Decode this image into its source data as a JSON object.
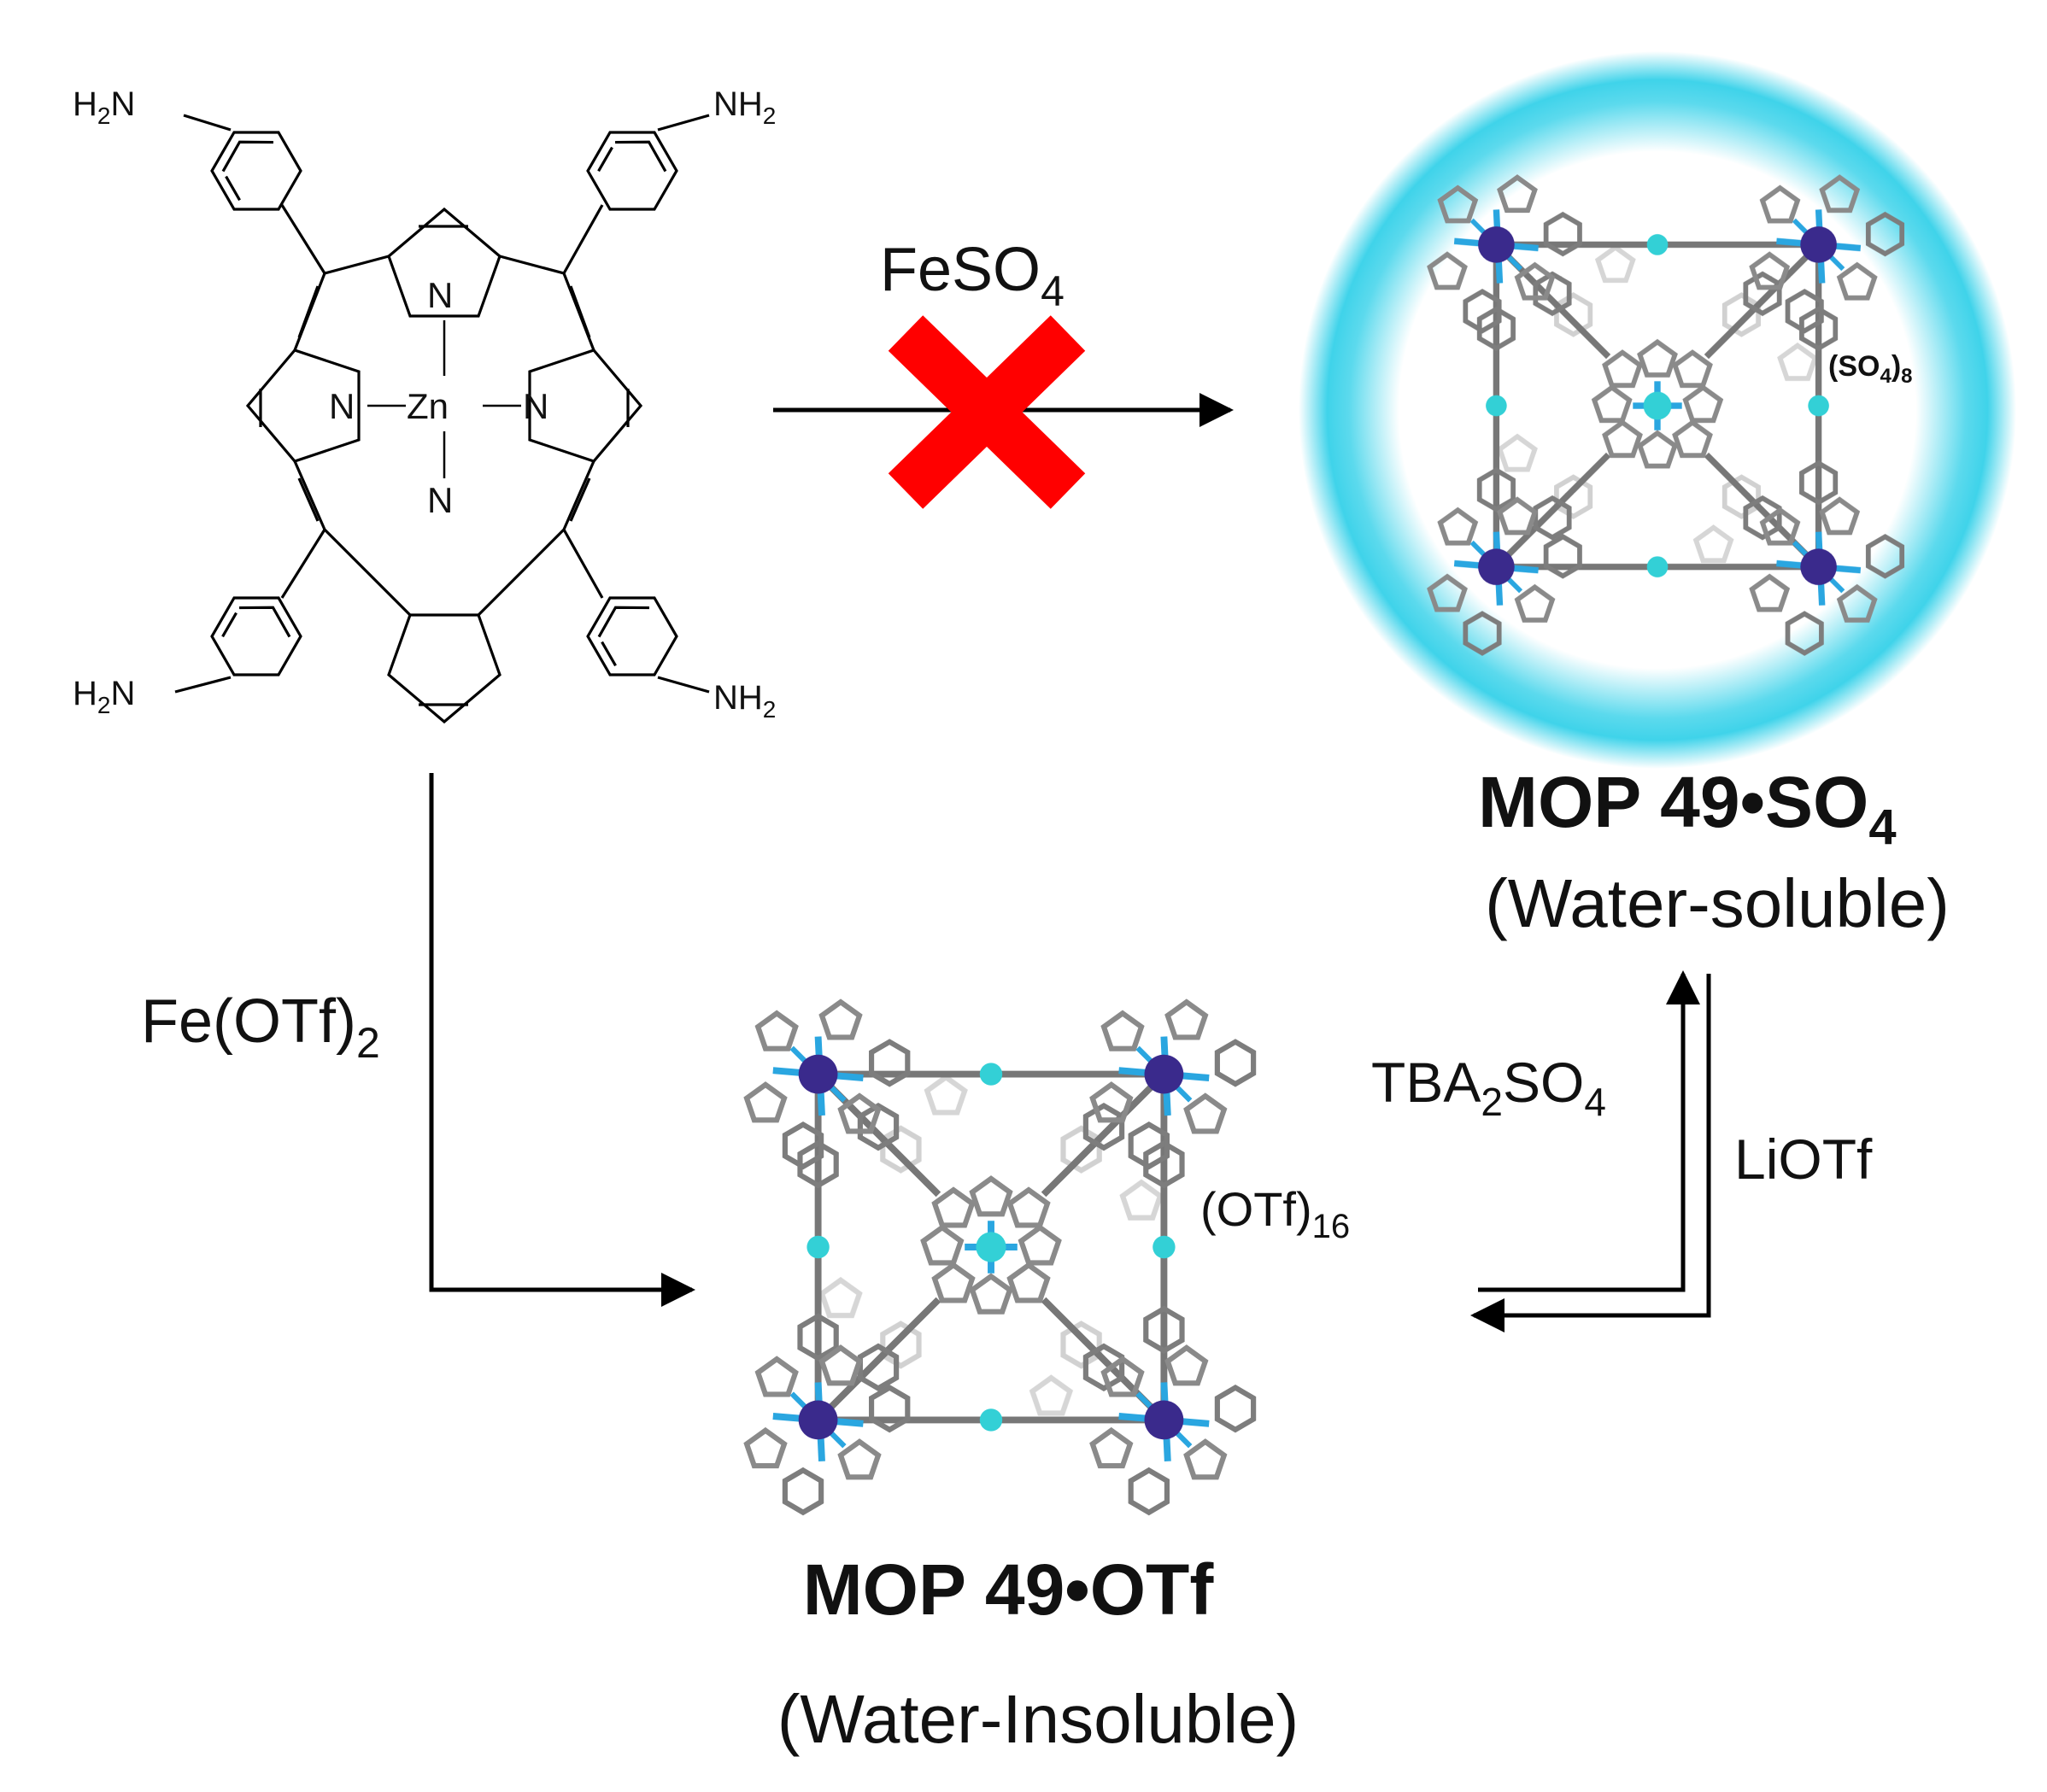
{
  "porphyrin": {
    "amine_label": "H",
    "amine_sub": "2",
    "amine_n": "N",
    "nh_label": "NH",
    "nh_sub": "2",
    "n_label": "N",
    "zn_label": "Zn"
  },
  "reactions": {
    "top": {
      "reagent": "FeSO",
      "reagent_sub": "4",
      "blocked": true,
      "blocked_color": "#ff0000"
    },
    "left": {
      "reagent": "Fe(OTf)",
      "reagent_sub": "2"
    },
    "right_up": {
      "reagent_a": "TBA",
      "reagent_a_sub": "2",
      "reagent_b": "SO",
      "reagent_b_sub": "4"
    },
    "right_down": {
      "reagent": "LiOTf"
    }
  },
  "cage_sulfate": {
    "anion": "(SO",
    "anion_sub_4": "4",
    "anion_close": ")",
    "anion_sub_8": "8",
    "glow_color": "#3fd3ea"
  },
  "cage_triflate": {
    "anion": "(OTf)",
    "anion_sub": "16"
  },
  "products": {
    "sulfate": {
      "name": "MOP 49•SO",
      "name_sub": "4",
      "solubility": "(Water-soluble)"
    },
    "triflate": {
      "name": "MOP 49•OTf",
      "solubility": "(Water-Insoluble)"
    }
  },
  "colors": {
    "fe_atom": "#3a2a8c",
    "n_atom": "#2aa6e0",
    "zn_atom": "#33d0d6",
    "framework": "#8a8a8a"
  }
}
